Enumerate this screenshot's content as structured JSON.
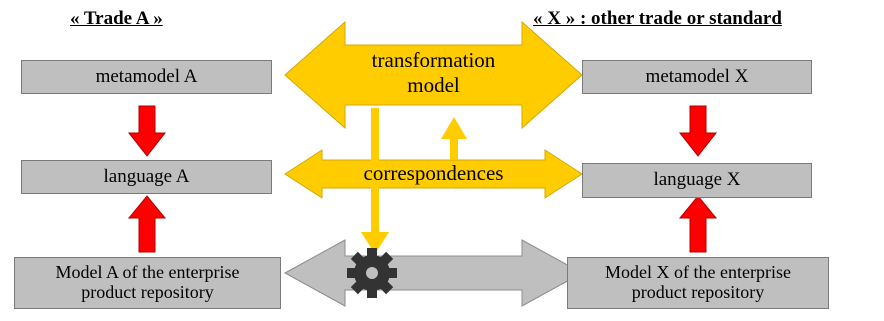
{
  "left": {
    "title": "« Trade A »",
    "metamodel": "metamodel A",
    "language": "language A",
    "model_line1": "Model A of the enterprise",
    "model_line2": "product repository"
  },
  "right": {
    "title": "« X » : other trade or standard",
    "metamodel": "metamodel X",
    "language": "language X",
    "model_line1": "Model X of the enterprise",
    "model_line2": "product repository"
  },
  "center": {
    "transformation_line1": "transformation",
    "transformation_line2": "model",
    "correspondences": "correspondences"
  },
  "colors": {
    "box_fill": "#bfbfbf",
    "red_arrow": "#ff0000",
    "yellow": "#ffcc00",
    "gray_arrow": "#bfbfbf",
    "gear": "#333333"
  },
  "icons": [
    "gear-icon"
  ]
}
